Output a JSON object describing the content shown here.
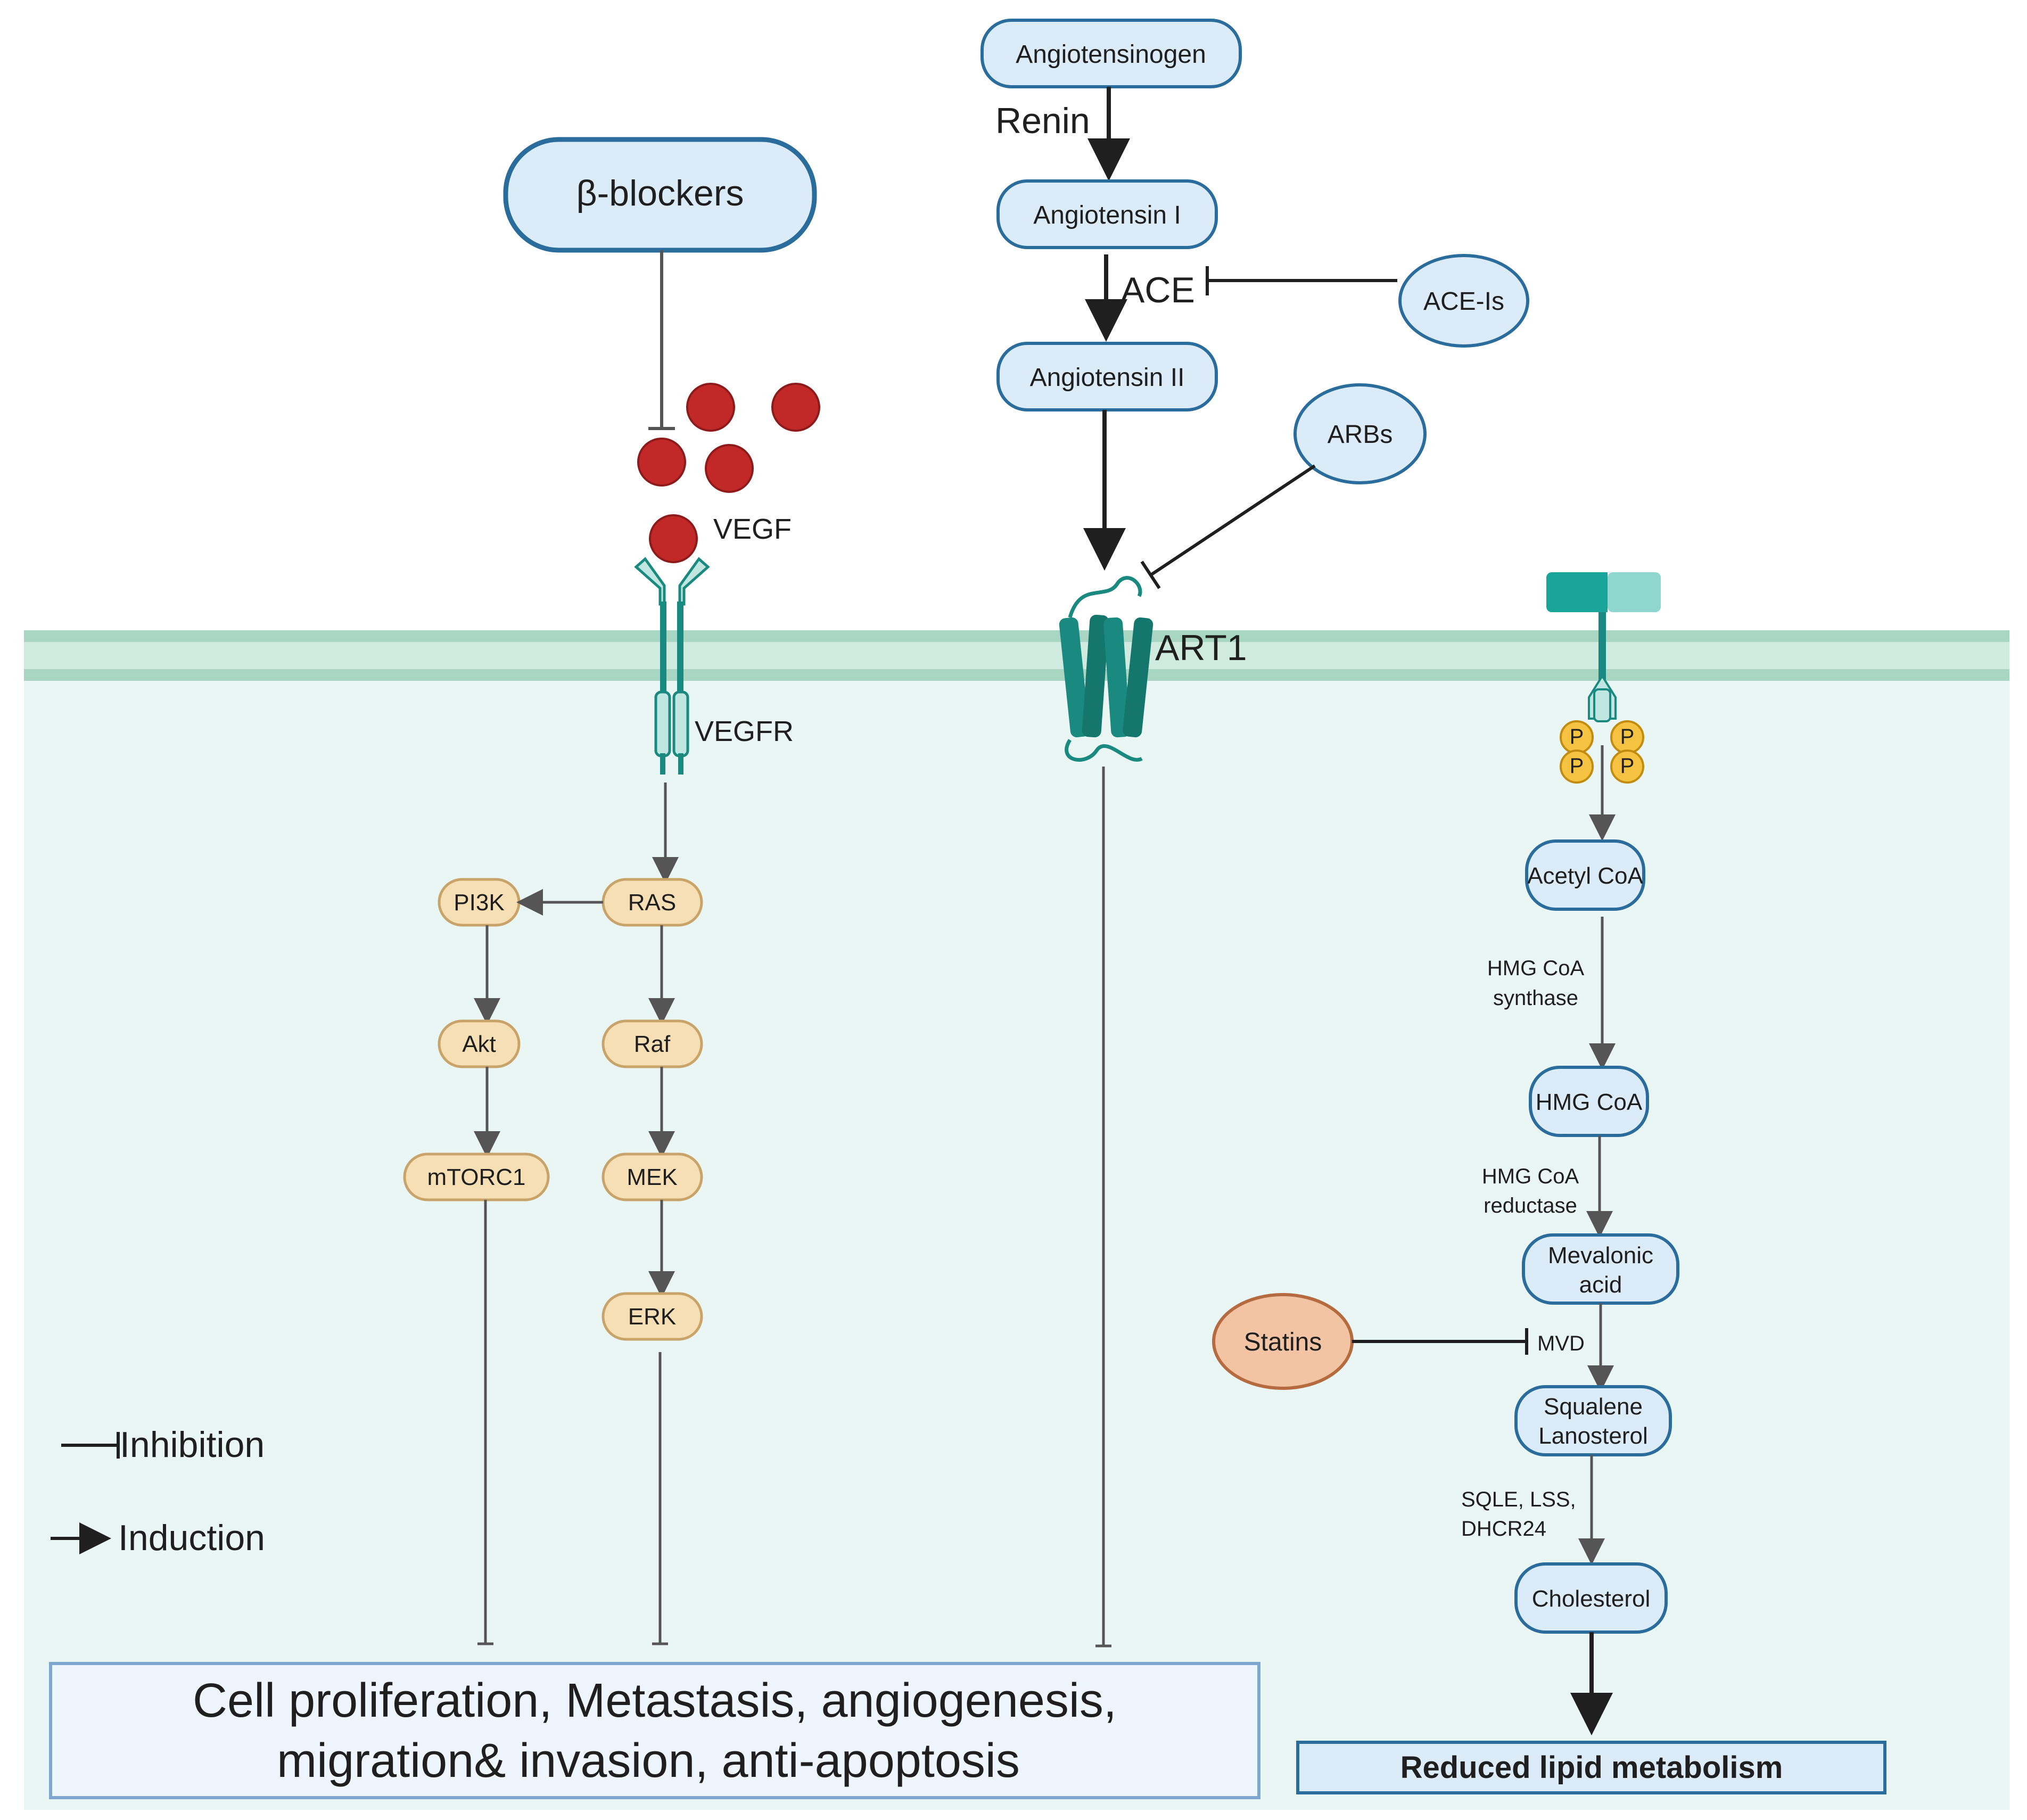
{
  "colors": {
    "cell_fill": "#eaf6f3",
    "membrane": "#c5e6d9",
    "blue_node_fill": "#dcebf8",
    "blue_node_stroke": "#2a6d9c",
    "orange_node_fill": "#f6dfb4",
    "orange_node_stroke": "#c9a46a",
    "statins_fill": "#f2c4a4",
    "statins_stroke": "#b56a3f",
    "vegf_red": "#c22828",
    "receptor_teal": "#1a8a80",
    "receptor_light": "#bfe6e0",
    "phospho_yellow": "#f5c242",
    "outcome_fill": "#eef5fd",
    "outcome_stroke": "#7da7cf"
  },
  "nodes": {
    "beta_blockers": "β-blockers",
    "angiotensinogen": "Angiotensinogen",
    "renin": "Renin",
    "angiotensin_1": "Angiotensin I",
    "ace": "ACE",
    "ace_is": "ACE-Is",
    "angiotensin_2": "Angiotensin II",
    "arbs": "ARBs",
    "vegf": "VEGF",
    "vegfr": "VEGFR",
    "art1": "ART1",
    "pi3k": "PI3K",
    "ras": "RAS",
    "akt": "Akt",
    "raf": "Raf",
    "mtorc1": "mTORC1",
    "mek": "MEK",
    "erk": "ERK",
    "phospho": "P",
    "acetyl_coa": "Acetyl CoA",
    "hmg_coa_synthase_1": "HMG CoA",
    "hmg_coa_synthase_2": "synthase",
    "hmg_coa": "HMG CoA",
    "hmg_coa_reductase_1": "HMG CoA",
    "hmg_coa_reductase_2": "reductase",
    "mevalonic_1": "Mevalonic",
    "mevalonic_2": "acid",
    "statins": "Statins",
    "mvd": "MVD",
    "squalene_1": "Squalene",
    "squalene_2": "Lanosterol",
    "sqle_1": "SQLE, LSS,",
    "sqle_2": "DHCR24",
    "cholesterol": "Cholesterol"
  },
  "legend": {
    "inhibition": "Inhibition",
    "induction": "Induction"
  },
  "outcomes": {
    "cell_line1": "Cell proliferation, Metastasis, angiogenesis,",
    "cell_line2": "migration& invasion, anti-apoptosis",
    "lipid": "Reduced lipid metabolism"
  }
}
